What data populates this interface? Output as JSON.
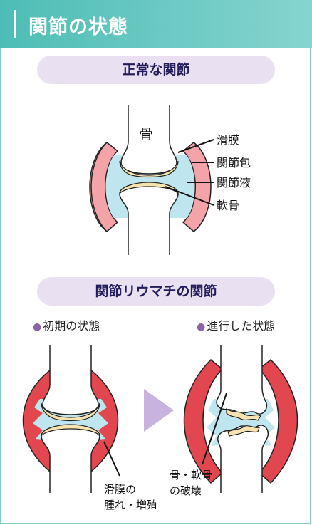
{
  "header": {
    "title": "関節の状態"
  },
  "normal": {
    "pill": "正常な関節",
    "bone_label": "骨",
    "callouts": [
      "滑膜",
      "関節包",
      "関節液",
      "軟骨"
    ]
  },
  "ra": {
    "pill": "関節リウマチの関節",
    "early_label": "初期の状態",
    "advanced_label": "進行した状態",
    "early_note_line1": "滑膜の",
    "early_note_line2": "腫れ・増殖",
    "advanced_note_line1": "骨・軟骨",
    "advanced_note_line2": "の破壊"
  },
  "colors": {
    "header": "#4dbdb5",
    "pill": "#e9e0f1",
    "capsule_normal": "#f4a3a8",
    "capsule_inflamed": "#e2474f",
    "fluid": "#bfe6ee",
    "cartilage": "#f6e3b0",
    "arrow": "#c8b3de"
  }
}
